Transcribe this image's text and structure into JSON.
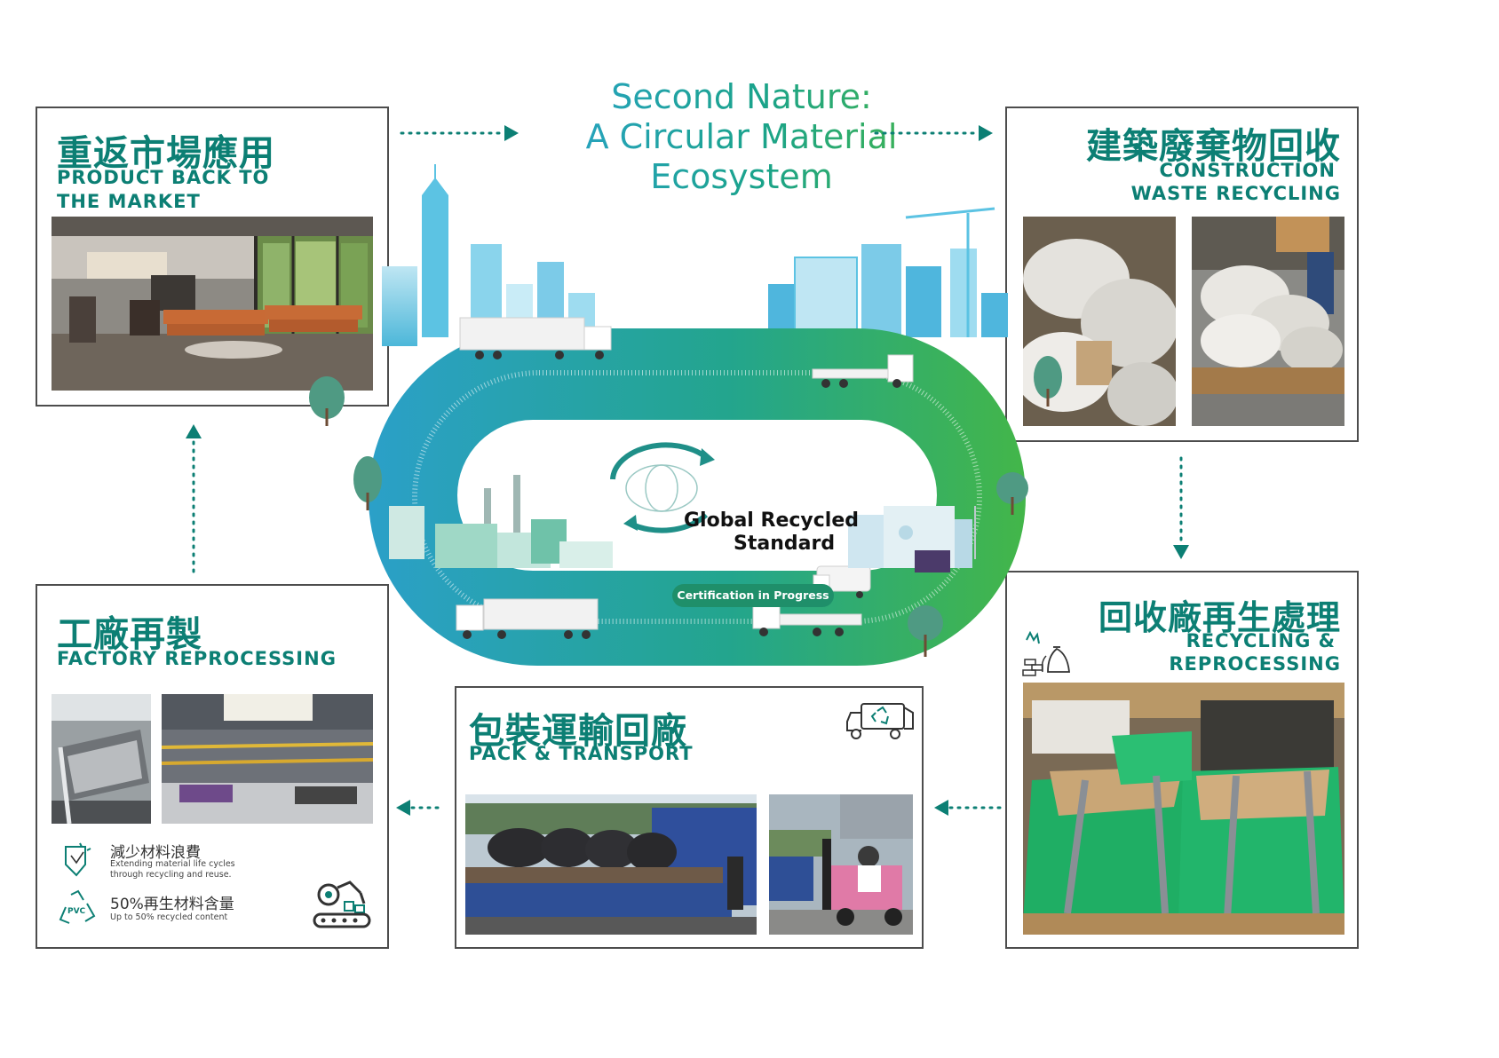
{
  "title": {
    "line1": "Second Nature:",
    "line2": "A Circular Material",
    "line3": "Ecosystem"
  },
  "panels": {
    "market": {
      "zh": "重返市場應用",
      "en_line1": "PRODUCT BACK TO",
      "en_line2": "THE MARKET"
    },
    "construction": {
      "zh": "建築廢棄物回收",
      "en_line1": "CONSTRUCTION",
      "en_line2": "WASTE RECYCLING"
    },
    "recycling": {
      "zh": "回收廠再生處理",
      "en_line1": "RECYCLING &",
      "en_line2": "REPROCESSING"
    },
    "transport": {
      "zh": "包裝運輸回廠",
      "en_line1": "PACK & TRANSPORT"
    },
    "factory": {
      "zh": "工廠再製",
      "en_line1": "FACTORY REPROCESSING",
      "feature1_zh": "減少材料浪費",
      "feature1_en_line1": "Extending material life cycles",
      "feature1_en_line2": "through recycling and reuse.",
      "feature2_zh": "50%再生材料含量",
      "feature2_en": "Up to 50% recycled content",
      "pvc_label": "PVC"
    }
  },
  "center": {
    "grs_line1": "Global Recycled",
    "grs_line2": "Standard",
    "badge": "Certification in Progress"
  },
  "colors": {
    "teal": "#0c7f74",
    "loop_start": "#2ba0c8",
    "loop_end": "#43b649",
    "border": "#4d4d4d"
  }
}
